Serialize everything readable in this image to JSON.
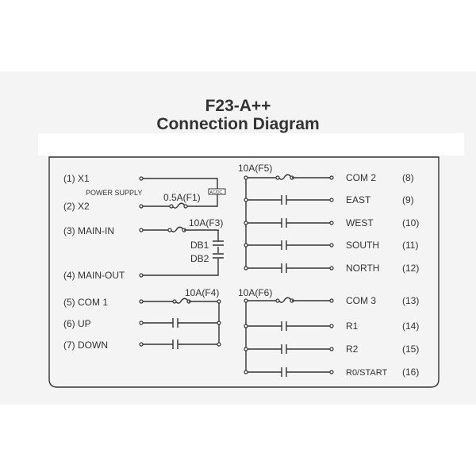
{
  "title": {
    "model": "F23-A++",
    "subtitle": "Connection Diagram"
  },
  "left": {
    "x1": "(1) X1",
    "power_supply": "POWER SUPPLY",
    "acdc": "AC/DC",
    "x2": "(2) X2",
    "f1": "0.5A(F1)",
    "main_in": "(3) MAIN-IN",
    "f3": "10A(F3)",
    "db1": "DB1",
    "db2": "DB2",
    "main_out": "(4) MAIN-OUT",
    "com1": "(5) COM 1",
    "f4": "10A(F4)",
    "up": "(6) UP",
    "down": "(7) DOWN"
  },
  "right_top": {
    "fuse": "10A(F5)",
    "rows": [
      {
        "label": "COM 2",
        "num": "(8)"
      },
      {
        "label": "EAST",
        "num": "(9)"
      },
      {
        "label": "WEST",
        "num": "(10)"
      },
      {
        "label": "SOUTH",
        "num": "(11)"
      },
      {
        "label": "NORTH",
        "num": "(12)"
      }
    ]
  },
  "right_bottom": {
    "fuse": "10A(F6)",
    "rows": [
      {
        "label": "COM 3",
        "num": "(13)"
      },
      {
        "label": "R1",
        "num": "(14)"
      },
      {
        "label": "R2",
        "num": "(15)"
      },
      {
        "label": "R0/START",
        "num": "(16)"
      }
    ]
  }
}
